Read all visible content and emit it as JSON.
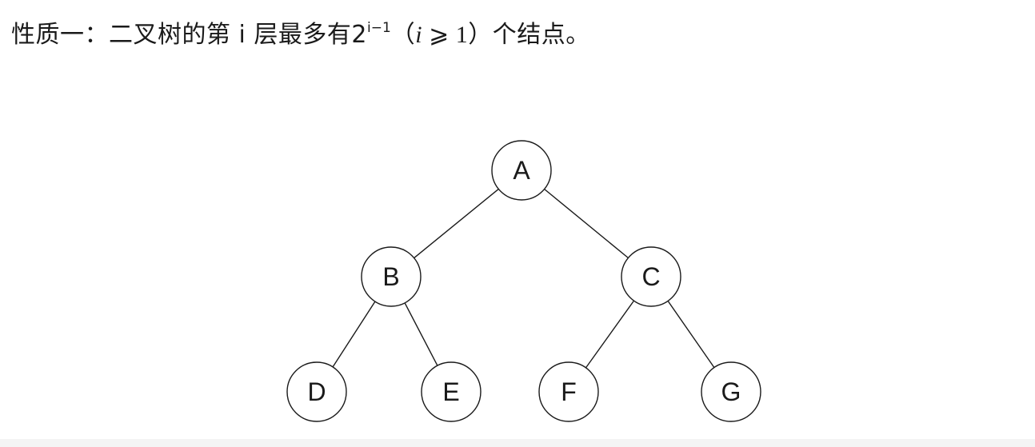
{
  "heading": {
    "prefix": "性质一：二叉树的第 i 层最多有2",
    "superscript": "i−1",
    "paren_open": "（",
    "math_var": "i",
    "math_rest": " ⩾ 1",
    "paren_close": "）",
    "suffix": "个结点。"
  },
  "tree": {
    "nodes": [
      {
        "id": "A",
        "label": "A"
      },
      {
        "id": "B",
        "label": "B"
      },
      {
        "id": "C",
        "label": "C"
      },
      {
        "id": "D",
        "label": "D"
      },
      {
        "id": "E",
        "label": "E"
      },
      {
        "id": "F",
        "label": "F"
      },
      {
        "id": "G",
        "label": "G"
      }
    ],
    "edges": [
      [
        "A",
        "B"
      ],
      [
        "A",
        "C"
      ],
      [
        "B",
        "D"
      ],
      [
        "B",
        "E"
      ],
      [
        "C",
        "F"
      ],
      [
        "C",
        "G"
      ]
    ]
  }
}
